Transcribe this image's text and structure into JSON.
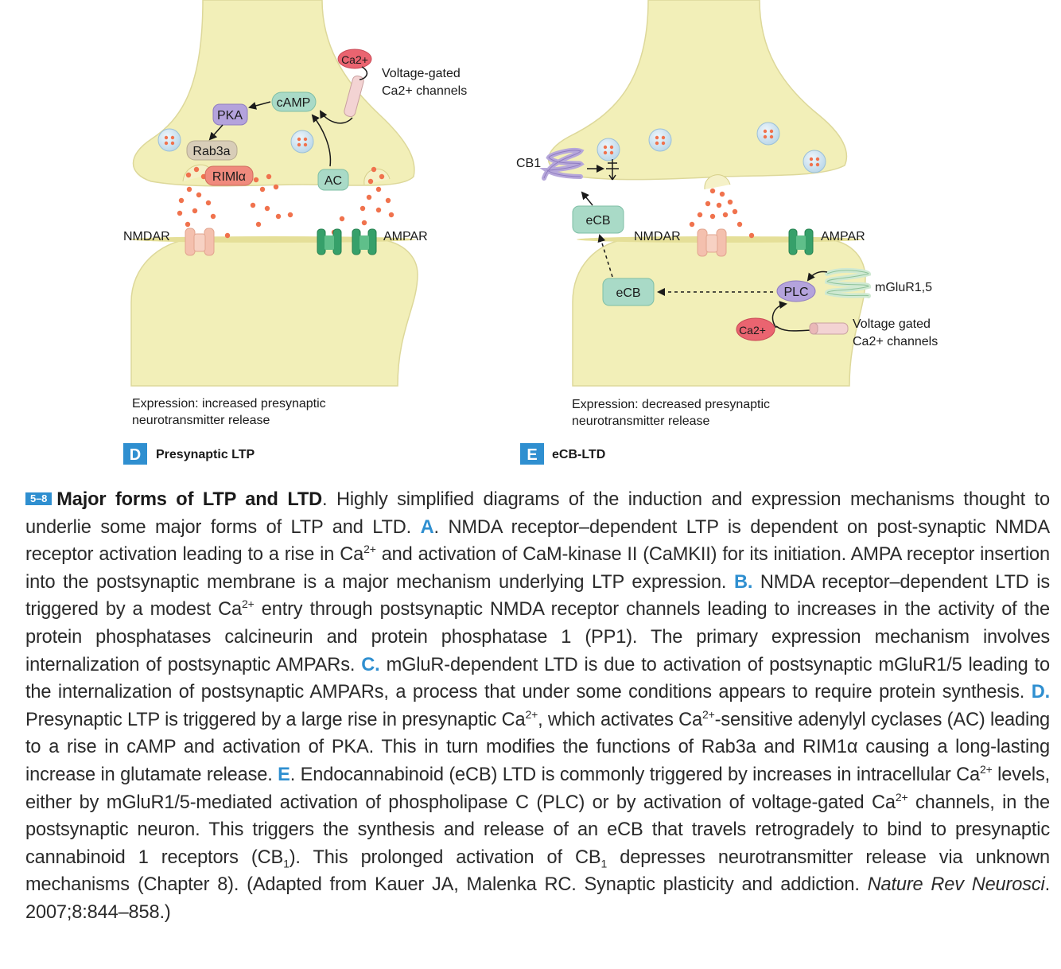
{
  "panel_d": {
    "letter": "D",
    "title": "Presynaptic LTP",
    "expression_line1": "Expression: increased presynaptic",
    "expression_line2": "neurotransmitter release",
    "labels": {
      "ca": "Ca2+",
      "vgcc_line1": "Voltage-gated",
      "vgcc_line2": "Ca2+ channels",
      "camp": "cAMP",
      "pka": "PKA",
      "rab3a": "Rab3a",
      "rim": "RIMlα",
      "ac": "AC",
      "nmdar": "NMDAR",
      "ampar": "AMPAR"
    }
  },
  "panel_e": {
    "letter": "E",
    "title": "eCB-LTD",
    "expression_line1": "Expression: decreased presynaptic",
    "expression_line2": "neurotransmitter release",
    "labels": {
      "cb1": "CB1",
      "ecb_pre": "eCB",
      "ecb_post": "eCB",
      "nmdar": "NMDAR",
      "ampar": "AMPAR",
      "plc": "PLC",
      "mglur": "mGluR1,5",
      "ca": "Ca2+",
      "vgcc_line1": "Voltage gated",
      "vgcc_line2": "Ca2+ channels"
    }
  },
  "caption": {
    "fig_number": "5–8",
    "title": "Major forms of LTP and LTD",
    "intro": ". Highly simplified diagrams of the induction and expression mechanisms thought to underlie some major forms of LTP and LTD. ",
    "a_label": "A",
    "a_text_1": ". NMDA receptor–dependent LTP is dependent on post-synaptic NMDA receptor activation leading to a rise in Ca",
    "a_text_2": " and activation of CaM-kinase II (CaMKII) for its initiation. AMPA receptor insertion into the postsynaptic membrane is a major mechanism underlying LTP expression. ",
    "b_label": "B.",
    "b_text_1": " NMDA receptor–dependent LTD is triggered by a modest Ca",
    "b_text_2": " entry through postsynaptic NMDA receptor channels leading to increases in the activity of the protein phosphatases calcineurin and protein phosphatase 1 (PP1). The primary expression mechanism involves internalization of postsynaptic AMPARs. ",
    "c_label": "C.",
    "c_text": " mGluR-dependent LTD is due to activation of postsynaptic mGluR1/5 leading to the internalization of postsynaptic AMPARs, a process that under some conditions appears to require protein synthesis. ",
    "d_label": "D.",
    "d_text_1": " Presynaptic LTP is triggered by a large rise in presynaptic Ca",
    "d_text_2": ", which activates Ca",
    "d_text_3": "-sensitive adenylyl cyclases (AC) leading to a rise in cAMP and activation of PKA. This in turn modifies the functions of Rab3a and RIM1α causing a long-lasting increase in glutamate release. ",
    "e_label": "E",
    "e_text_1": ". Endocannabinoid (eCB) LTD is commonly triggered by increases in intracellular Ca",
    "e_text_2": " levels, either by mGluR1/5-mediated activation of phospholipase C (PLC) or by activation of voltage-gated Ca",
    "e_text_3": " channels, in the postsynaptic neuron. This triggers the synthesis and release of an eCB that travels retrogradely to bind to presynaptic cannabinoid 1 receptors (CB",
    "e_text_4": "). This prolonged activation of CB",
    "e_text_5": " depresses neurotransmitter release via unknown mechanisms (Chapter 8). (Adapted from Kauer JA, Malenka RC. Synaptic plasticity and addiction. ",
    "journal": "Nature Rev Neurosci",
    "citation": ". 2007;8:844–858.)",
    "sup_ca": "2+",
    "sub_1": "1"
  },
  "colors": {
    "neuron_fill": "#f2efb8",
    "neuron_stroke": "#d9d48c",
    "vesicle": "#cfe3ef",
    "transmitter": "#f0724d",
    "ca_pill": "#ea6470",
    "camp_pill": "#a9dac7",
    "pka_pill": "#b4a3dc",
    "rab3a_pill": "#d8cdb8",
    "rim_pill": "#f08a7d",
    "ac_pill": "#a9dac7",
    "ampar": "#36a06a",
    "nmdar": "#f4c0ae",
    "cb1": "#b6a7da",
    "mglur": "#cfe9d2",
    "panel_letter_bg": "#2f8fd0"
  }
}
